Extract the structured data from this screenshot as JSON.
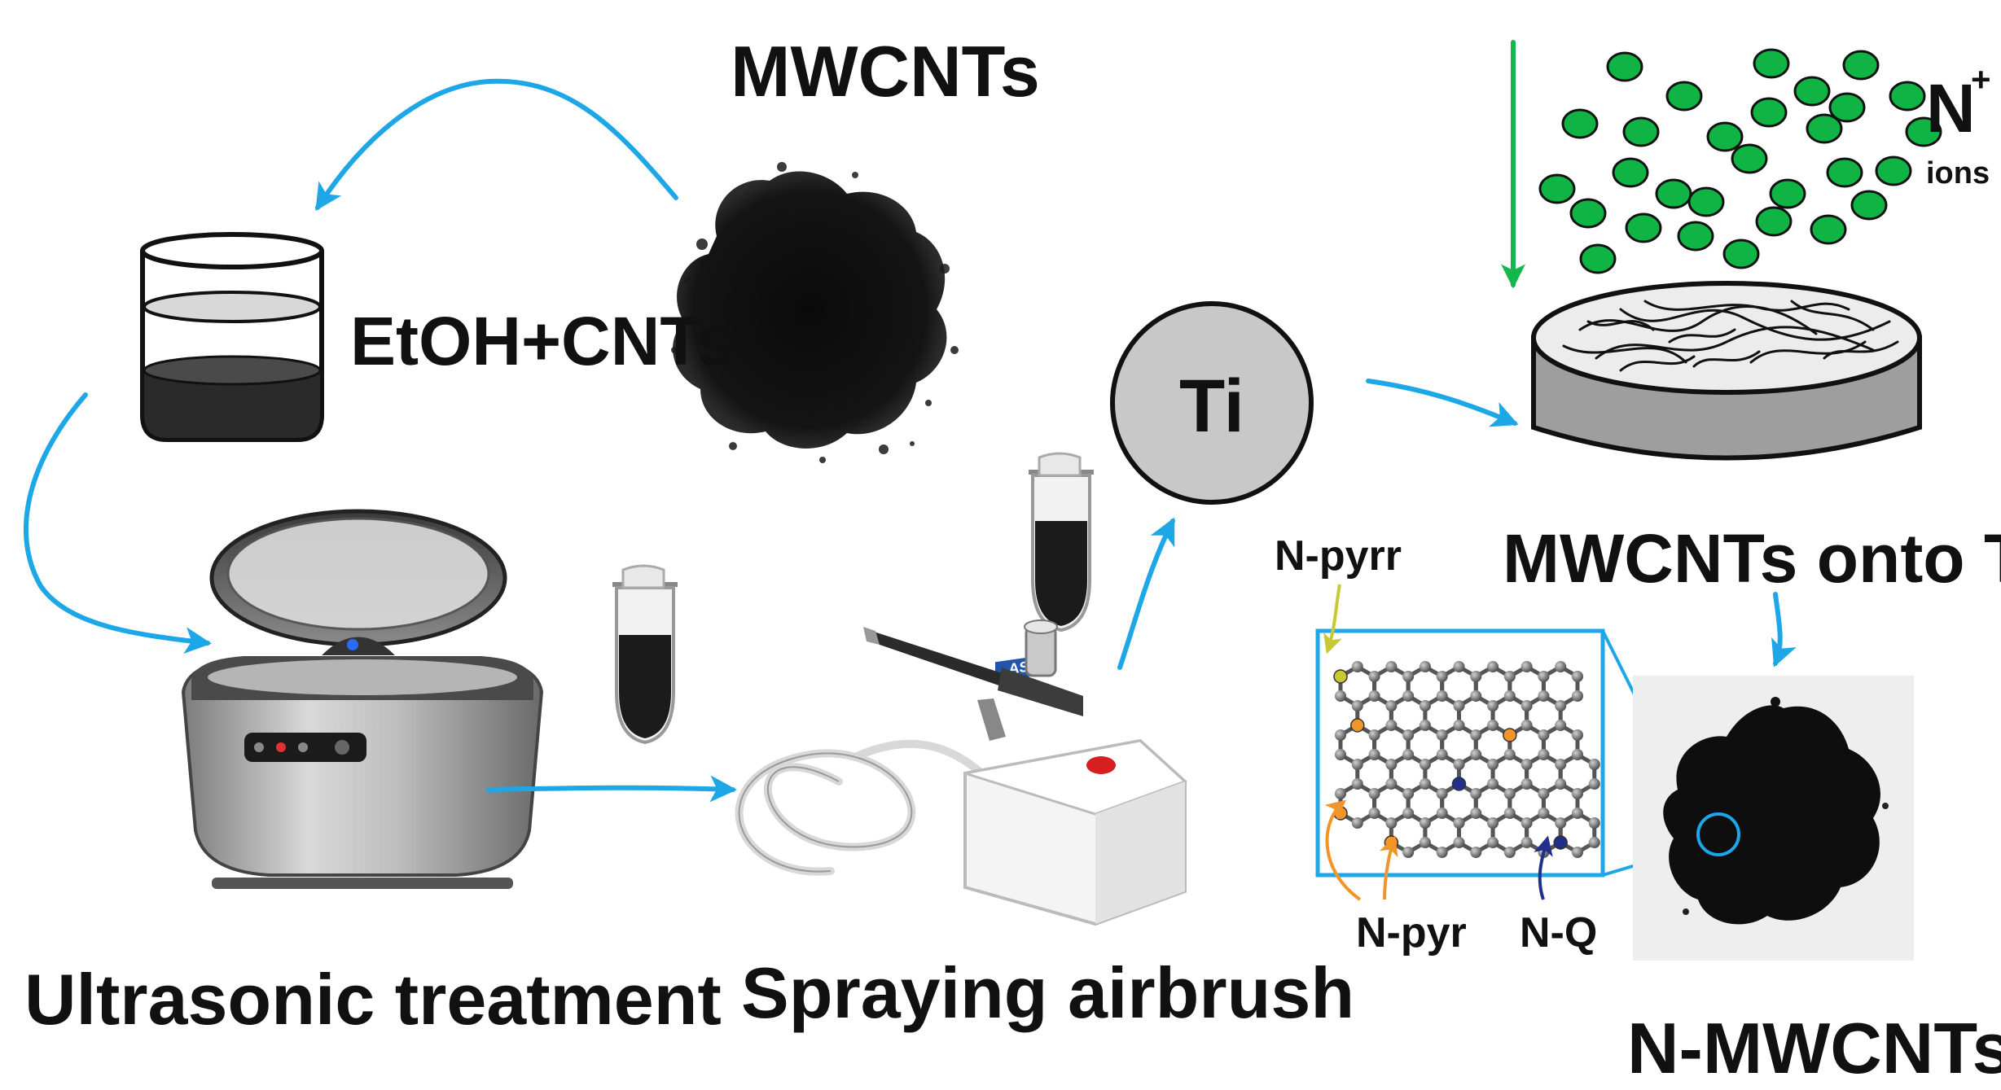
{
  "labels": {
    "mwcnts": "MWCNTs",
    "etoh_cnts": "EtOH+CNTs",
    "ti": "Ti",
    "n_plus": "N",
    "n_plus_sup": "+",
    "ions": "ions",
    "mwcnts_onto_ti": "MWCNTs onto Ti",
    "n_pyrr": "N-pyrr",
    "n_pyr": "N-pyr",
    "n_q": "N-Q",
    "n_mwcnts": "N-MWCNTs",
    "ultrasonic": "Ultrasonic treatment",
    "spraying": "Spraying airbrush",
    "airbrush_brand": "ASE"
  },
  "colors": {
    "arrow_blue": "#1ea7e6",
    "ion_green": "#10b444",
    "ion_arrow_green": "#13b74b",
    "ti_gray": "#c8c8c8",
    "pellet_gray": "#9e9e9e",
    "dark": "#161616",
    "n_pyrr_color": "#c8c832",
    "n_pyr_color": "#f0952a",
    "n_q_color": "#1f2f8a"
  }
}
